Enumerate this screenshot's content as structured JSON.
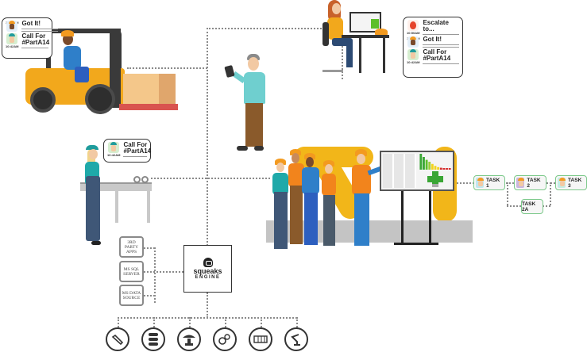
{
  "forklift_bubble": {
    "messages": [
      {
        "avatar": "worker-avatar",
        "time": "10:42AM",
        "text": "Got It!"
      },
      {
        "avatar": "woman-avatar",
        "time": "10:42AM",
        "text": "Call For #PartA14"
      }
    ]
  },
  "supervisor_bubble": {
    "messages": [
      {
        "avatar": "fire-icon",
        "time": "10:50AM",
        "text": "Escalate to..."
      },
      {
        "avatar": "worker-avatar",
        "time": "10:42AM",
        "text": "Got It!"
      },
      {
        "avatar": "woman-avatar",
        "time": "10:42AM",
        "text": "Call For #PartA14"
      }
    ]
  },
  "conveyor_bubble": {
    "messages": [
      {
        "avatar": "woman-avatar",
        "time": "10:42AM",
        "text": "Call For #PartA14"
      }
    ]
  },
  "data_sources": [
    {
      "label": "3RD PARTY APPS"
    },
    {
      "label": "MS SQL SERVER"
    },
    {
      "label": "MS DATA SOURCE"
    }
  ],
  "engine": {
    "name": "squeaks",
    "subtitle": "ENGINE"
  },
  "devices": [
    {
      "icon": "welding-tool-icon"
    },
    {
      "icon": "database-icon"
    },
    {
      "icon": "car-lift-icon"
    },
    {
      "icon": "gears-icon"
    },
    {
      "icon": "plc-module-icon"
    },
    {
      "icon": "robot-arm-icon"
    }
  ],
  "tasks": [
    {
      "label": "TASK 1"
    },
    {
      "label": "TASK 2"
    },
    {
      "label": "TASK 3"
    },
    {
      "label": "TASK 2A"
    }
  ],
  "colors": {
    "accent_orange": "#f39a1f",
    "task_border": "#7cc98a",
    "robot_yellow": "#f2b619",
    "connector": "#8a8a8a"
  },
  "dashboard": {
    "bars": [
      1.0,
      0.8,
      0.62,
      0.5,
      0.36,
      0.24,
      0.16,
      0.12,
      0.1,
      0.1,
      0.1
    ],
    "bar_colors": [
      "#3aa635",
      "#3aa635",
      "#5cbf2a",
      "#9ccc3b",
      "#f2d41c",
      "#f2d41c",
      "#f2d41c",
      "#d62c2c",
      "#d62c2c",
      "#d62c2c",
      "#d62c2c"
    ]
  }
}
